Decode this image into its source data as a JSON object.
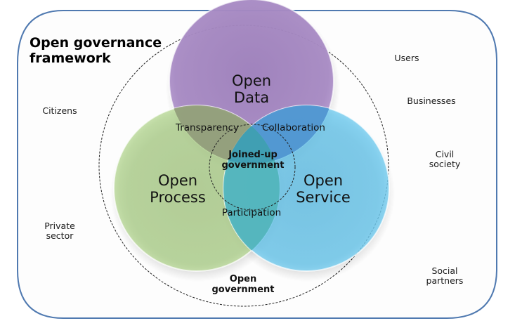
{
  "title": [
    "Open governance",
    "framework"
  ],
  "circles": {
    "data": {
      "label": [
        "Open",
        "Data"
      ],
      "color": "#a584c0"
    },
    "process": {
      "label": [
        "Open",
        "Process"
      ],
      "color": "#aed08a"
    },
    "service": {
      "label": [
        "Open",
        "Service"
      ],
      "color": "#6cc8ec"
    }
  },
  "overlaps": {
    "transparency": "Transparency",
    "collaboration": "Collaboration",
    "participation": "Participation"
  },
  "center": [
    "Joined-up",
    "government"
  ],
  "outer": [
    "Open",
    "government"
  ],
  "stakeholders": {
    "citizens": [
      "Citizens"
    ],
    "private_sector": [
      "Private",
      "sector"
    ],
    "users": [
      "Users"
    ],
    "businesses": [
      "Businesses"
    ],
    "civil_society": [
      "Civil",
      "society"
    ],
    "social_partners": [
      "Social",
      "partners"
    ]
  },
  "colors": {
    "frame_border": "#4f79b0",
    "dashed": "#222222"
  }
}
